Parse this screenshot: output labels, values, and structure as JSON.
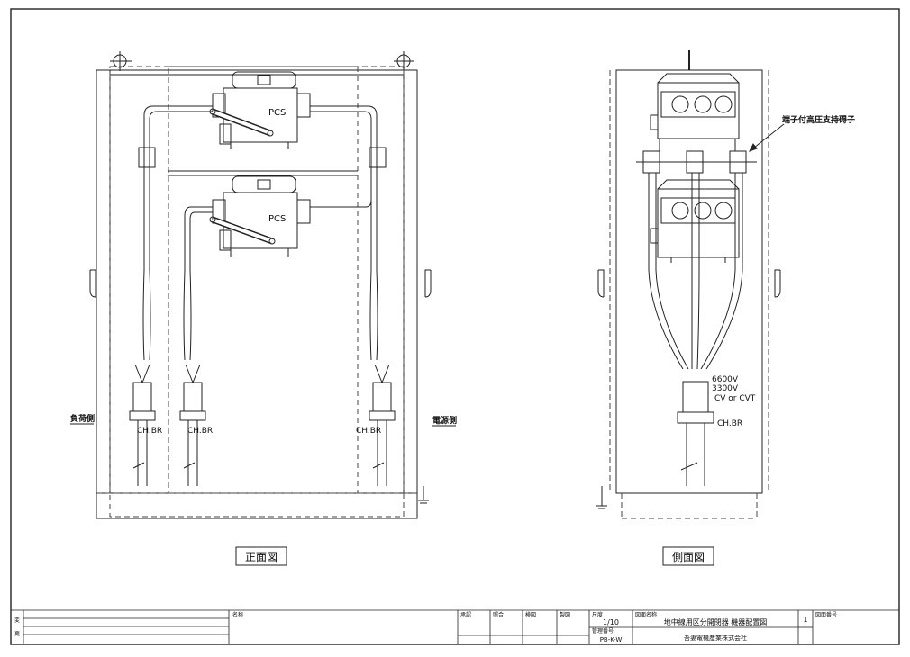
{
  "labels": {
    "pcs": "PCS",
    "chbr": "CH.BR",
    "load_side": "負荷側",
    "source_side": "電源側",
    "front_view": "正面図",
    "side_view": "側面図",
    "support_insulator": "端子付高圧支持碍子",
    "voltage_1": "6600V",
    "voltage_2": "3300V",
    "cable_type": "CV or CVT"
  },
  "title_block": {
    "name_header": "名称",
    "approve": "承認",
    "check": "照合",
    "review": "検図",
    "draw": "製図",
    "scale_header": "尺度",
    "scale": "1/10",
    "mgmt_header": "管理番号",
    "mgmt_no": "PB-K-W",
    "drawing_name_header": "図面名称",
    "drawing_name": "地中線用区分開閉器 機器配置図",
    "sheet_no": "1",
    "drawing_no_header": "図面番号",
    "company": "吾妻電機産業株式会社",
    "rev_mark_1": "変",
    "rev_mark_2": "更"
  }
}
